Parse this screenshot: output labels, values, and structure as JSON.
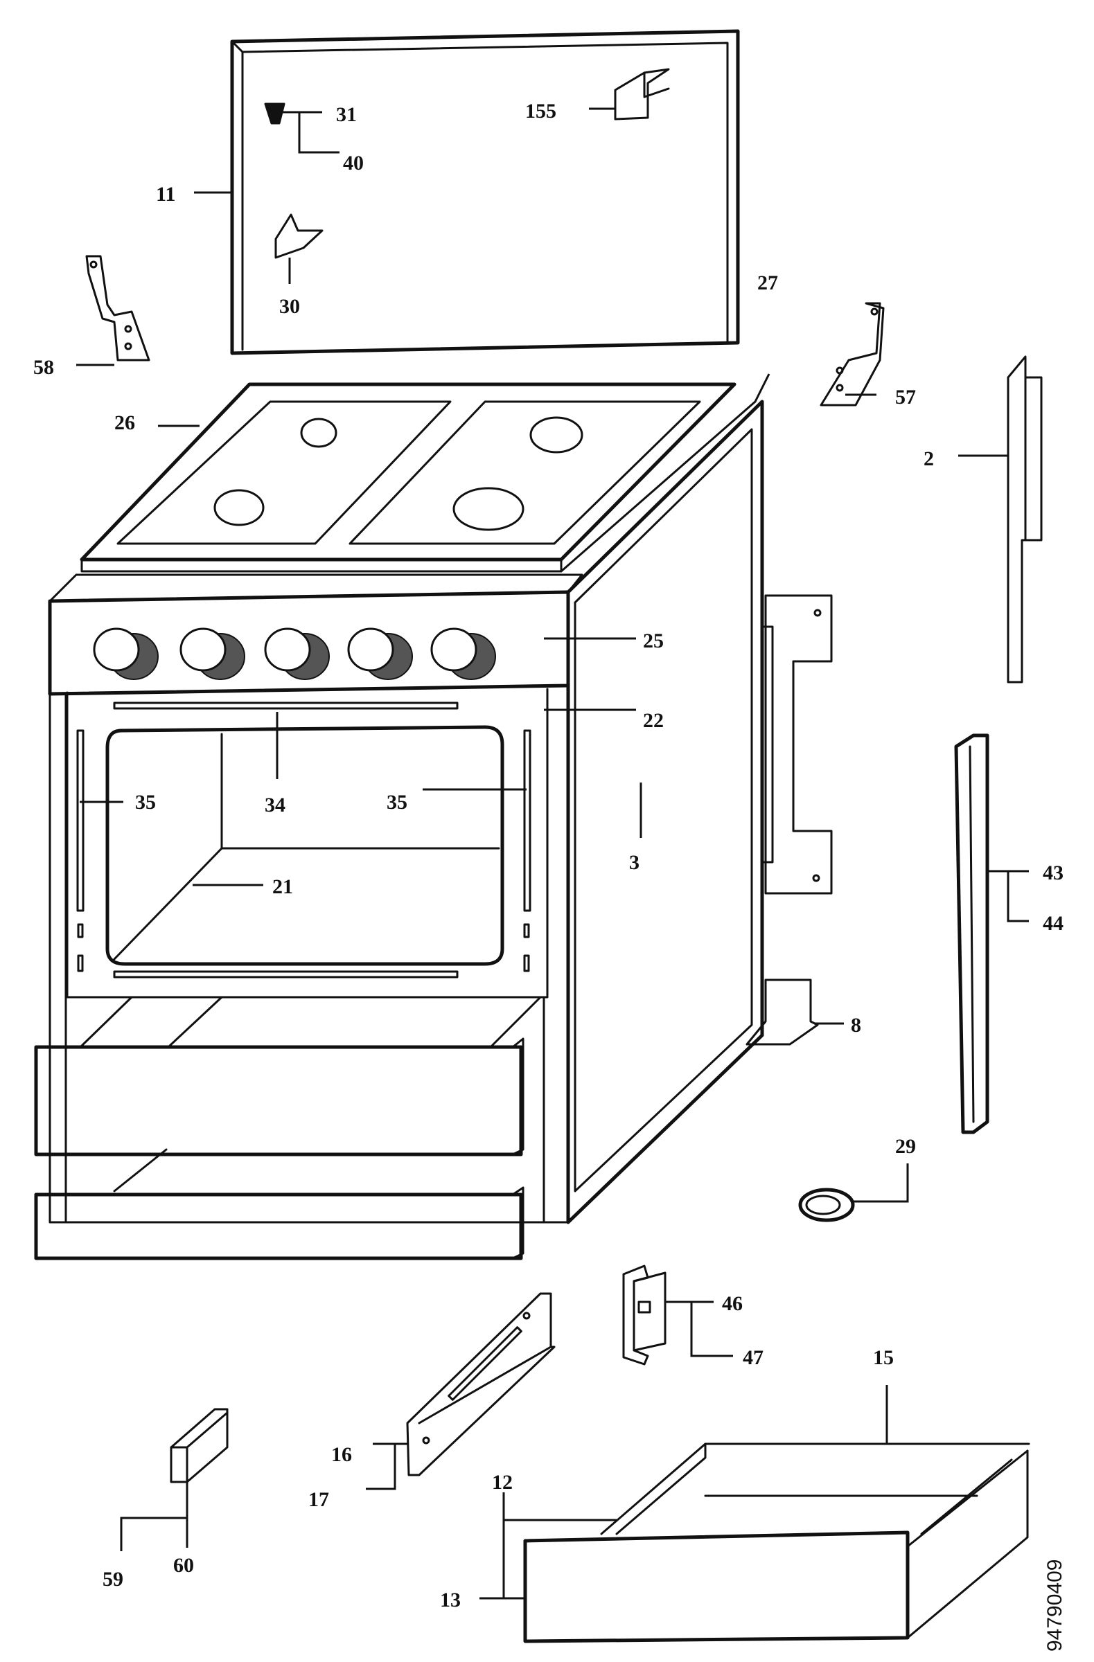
{
  "labels": {
    "l155": "155",
    "l31": "31",
    "l40": "40",
    "l11": "11",
    "l30": "30",
    "l27": "27",
    "l58": "58",
    "l57": "57",
    "l26": "26",
    "l2": "2",
    "l25": "25",
    "l22": "22",
    "l34": "34",
    "l35a": "35",
    "l35b": "35",
    "l3": "3",
    "l21": "21",
    "l43": "43",
    "l44": "44",
    "l8": "8",
    "l29": "29",
    "l46": "46",
    "l47": "47",
    "l15": "15",
    "l16": "16",
    "l17": "17",
    "l12": "12",
    "l13": "13",
    "l59": "59",
    "l60": "60"
  },
  "diagram_code": "94790409"
}
